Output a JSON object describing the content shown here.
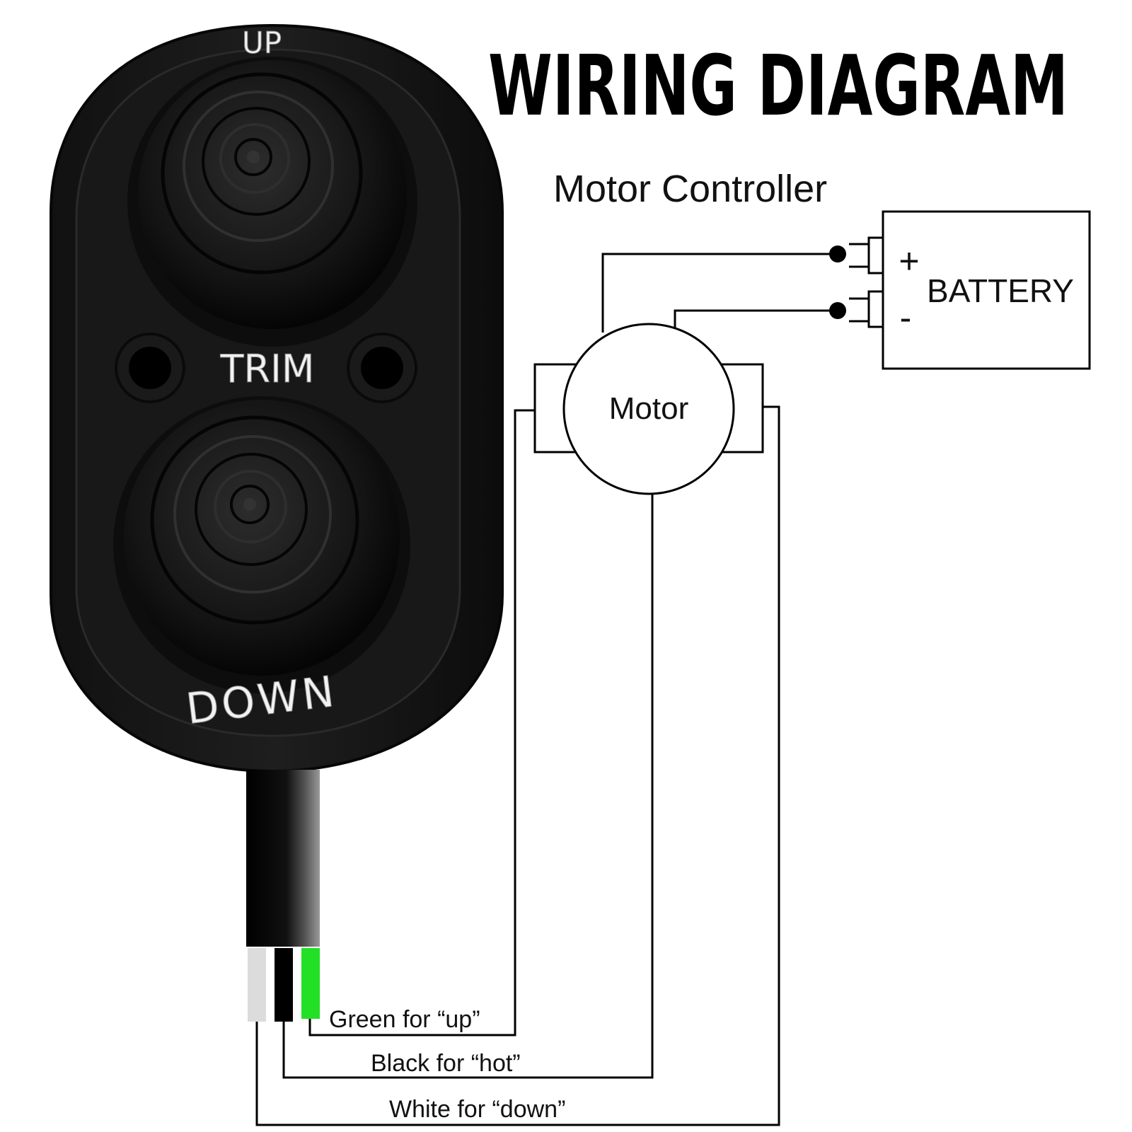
{
  "title": "WIRING DIAGRAM",
  "controller_label": "Motor Controller",
  "battery": {
    "label": "BATTERY",
    "plus": "+",
    "minus": "-"
  },
  "motor": {
    "label": "Motor"
  },
  "switch": {
    "label_top": "UP",
    "label_middle": "TRIM",
    "label_bottom": "DOWN"
  },
  "wires": {
    "green": {
      "label": "Green for “up”",
      "color": "#22e026"
    },
    "black": {
      "label": "Black for “hot”",
      "color": "#000000"
    },
    "white": {
      "label": "White for “down”",
      "color": "#dcdcdc"
    }
  }
}
